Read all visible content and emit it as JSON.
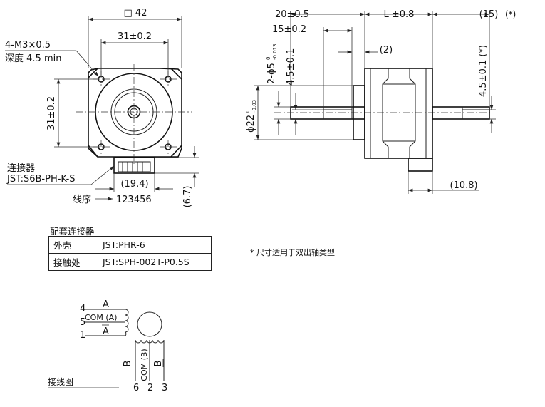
{
  "front_view": {
    "flange_size": "□ 42",
    "hole_pitch_h": "31±0.2",
    "hole_pitch_v": "31±0.2",
    "screw_spec": "4-M3×0.5",
    "screw_depth": "深度 4.5 min",
    "connector_label": "连接器",
    "connector_model": "JST:S6B-PH-K-S",
    "connector_width": "(19.4)",
    "connector_height": "(6.7)",
    "wire_order_label": "线序",
    "wire_order_value": "123456"
  },
  "side_view": {
    "shaft_length": "20±0.5",
    "flat_length": "15±0.2",
    "body_length": "L ±0.8",
    "rear_shaft_length": "(15)",
    "rear_shaft_mark": "(*)",
    "gap": "(2)",
    "shaft_dia": "2-ϕ5",
    "shaft_dia_tol_upper": "0",
    "shaft_dia_tol_lower": "-0.013",
    "flat_depth": "4.5±0.1",
    "rear_flat_depth": "4.5±0.1 (*)",
    "boss_dia": "ϕ22",
    "boss_tol_upper": "0",
    "boss_tol_lower": "-0.03",
    "connector_offset": "(10.8)"
  },
  "mating_connector": {
    "title": "配套连接器",
    "rows": [
      {
        "key": "外壳",
        "value": "JST:PHR-6"
      },
      {
        "key": "接触处",
        "value": "JST:SPH-002T-P0.5S"
      }
    ]
  },
  "note": "* 尺寸适用于双出轴类型",
  "wiring": {
    "title": "接线图",
    "phase_a": "A",
    "com_a": "COM (A)",
    "phase_a_bar": "A",
    "pin_4": "4",
    "pin_5": "5",
    "pin_1": "1",
    "phase_b": "B",
    "com_b": "COM (B)",
    "phase_b_bar": "B",
    "pin_6": "6",
    "pin_2": "2",
    "pin_3": "3"
  }
}
